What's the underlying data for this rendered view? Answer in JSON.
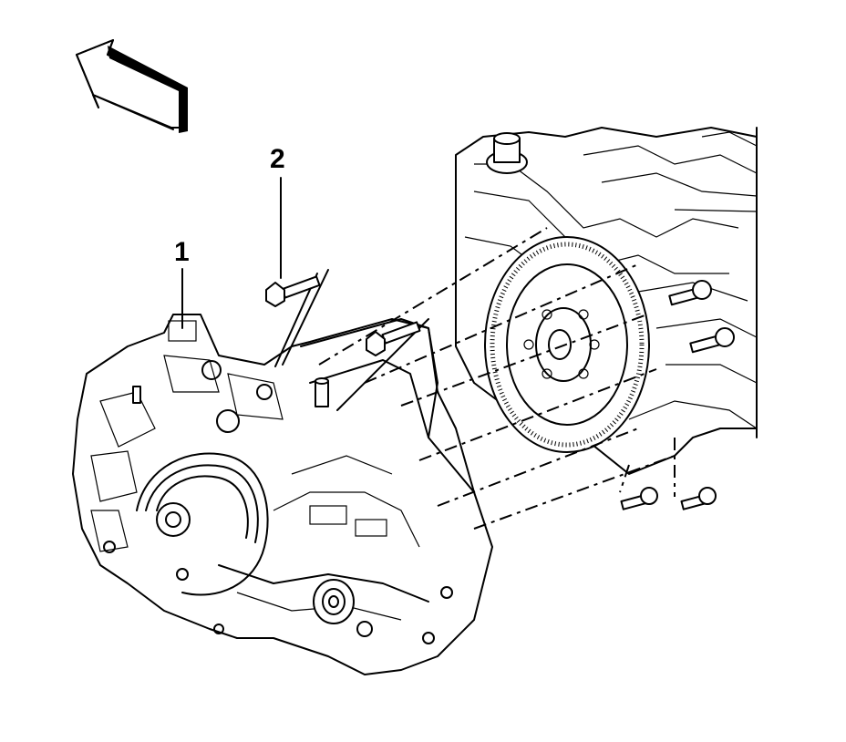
{
  "callouts": [
    {
      "id": "1",
      "label": "1"
    },
    {
      "id": "2",
      "label": "2"
    }
  ],
  "icons": {
    "direction_arrow": "front-direction-arrow-icon",
    "bolt": "bolt-icon"
  },
  "colors": {
    "line": "#000000",
    "background": "#ffffff"
  }
}
